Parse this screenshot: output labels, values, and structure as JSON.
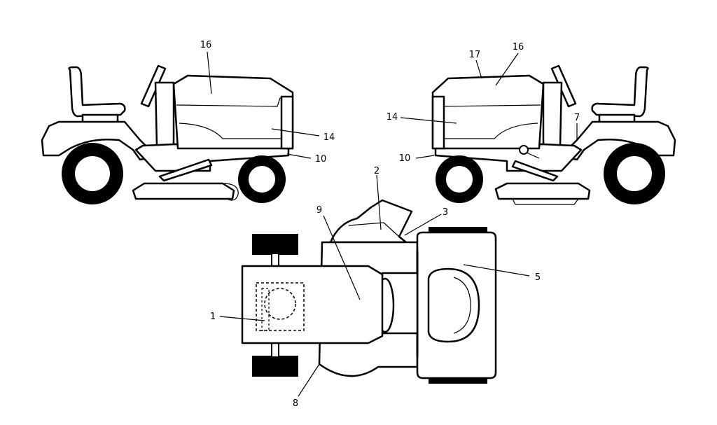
{
  "callouts": {
    "c1": "1",
    "c2": "2",
    "c3": "3",
    "c5": "5",
    "c7": "7",
    "c8": "8",
    "c9": "9",
    "c10_left": "10",
    "c10_right": "10",
    "c14_left": "14",
    "c14_right": "14",
    "c16_left": "16",
    "c16_right": "16",
    "c17": "17"
  }
}
